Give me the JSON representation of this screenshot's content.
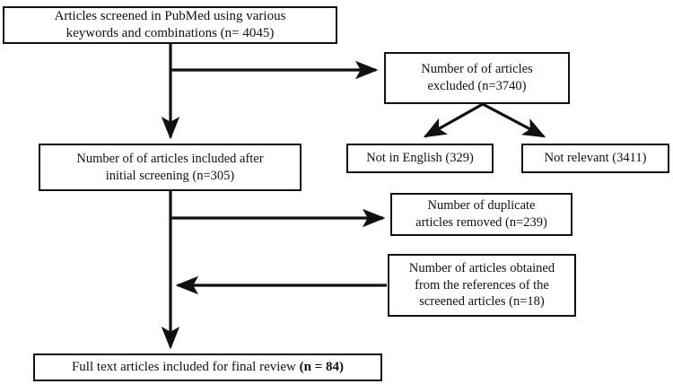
{
  "diagram": {
    "title": "PRISMA-style article selection flowchart",
    "type": "flowchart",
    "stroke_color": "#111111",
    "background_color": "#ffffff",
    "nodes": [
      {
        "id": "screened",
        "name": "articles-screened-box",
        "text": "Articles screened in PubMed using various\nkeywords and combinations (n= 4045)",
        "count": 4045
      },
      {
        "id": "excluded",
        "name": "articles-excluded-box",
        "text": "Number of of articles\nexcluded  (n=3740)",
        "count": 3740
      },
      {
        "id": "notenglish",
        "name": "not-in-english-box",
        "text": "Not in English (329)",
        "count": 329
      },
      {
        "id": "notrelevant",
        "name": "not-relevant-box",
        "text": "Not relevant (3411)",
        "count": 3411
      },
      {
        "id": "included",
        "name": "articles-included-after-initial-screening-box",
        "text": "Number of of articles included after\ninitial screening  (n=305)",
        "count": 305
      },
      {
        "id": "duplicates",
        "name": "duplicate-articles-removed-box",
        "text": "Number of duplicate\narticles removed (n=239)",
        "count": 239
      },
      {
        "id": "references",
        "name": "articles-from-references-box",
        "text": "Number of articles obtained\nfrom the references of the\nscreened articles (n=18)",
        "count": 18
      },
      {
        "id": "final",
        "name": "full-text-articles-final-review-box",
        "text_plain": "Full text articles included  for final review ",
        "text_bold": "(n = 84)",
        "count": 84
      }
    ],
    "edges": [
      {
        "name": "edge-screened-to-excluded",
        "from": "screened",
        "to": "excluded",
        "direction": "right"
      },
      {
        "name": "edge-screened-to-included",
        "from": "screened",
        "to": "included",
        "direction": "down"
      },
      {
        "name": "edge-excluded-to-not-in-english",
        "from": "excluded",
        "to": "notenglish",
        "direction": "down-left"
      },
      {
        "name": "edge-excluded-to-not-relevant",
        "from": "excluded",
        "to": "notrelevant",
        "direction": "down-right"
      },
      {
        "name": "edge-included-to-duplicates",
        "from": "included",
        "to": "duplicates",
        "direction": "right"
      },
      {
        "name": "edge-references-to-trunk",
        "from": "references",
        "to": "trunk",
        "direction": "left"
      },
      {
        "name": "edge-included-to-final",
        "from": "included",
        "to": "final",
        "direction": "down"
      }
    ]
  }
}
